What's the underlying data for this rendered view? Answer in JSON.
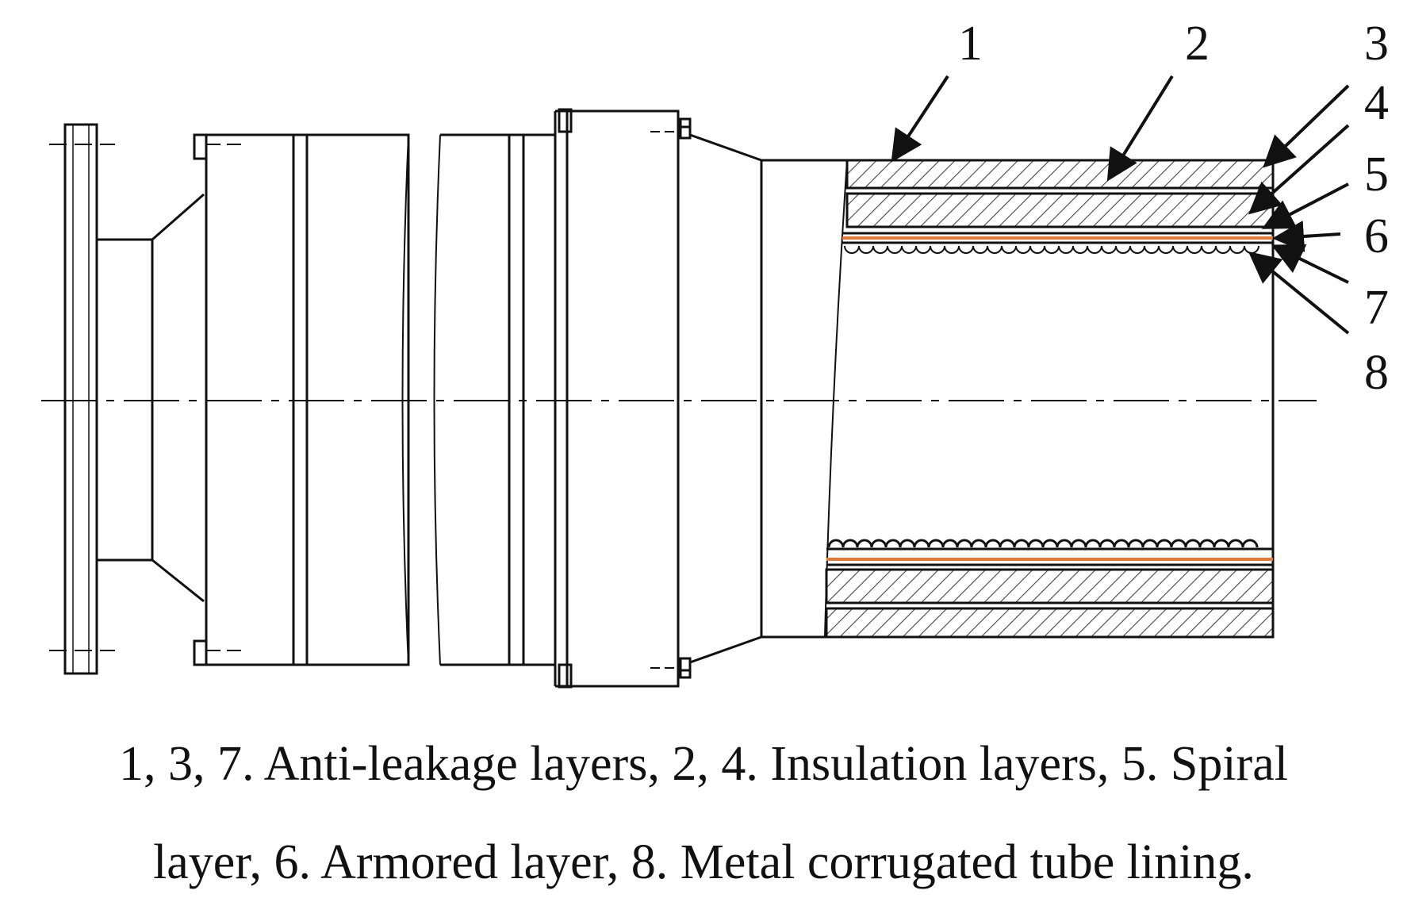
{
  "callouts": [
    "1",
    "2",
    "3",
    "4",
    "5",
    "6",
    "7",
    "8"
  ],
  "caption": {
    "line1": "1, 3, 7. Anti-leakage layers, 2, 4. Insulation layers, 5. Spiral",
    "line2": "layer, 6. Armored layer, 8. Metal corrugated tube lining."
  },
  "colors": {
    "line": "#111111",
    "armored_layer": "#e07a3a",
    "hatch": "#444444"
  }
}
